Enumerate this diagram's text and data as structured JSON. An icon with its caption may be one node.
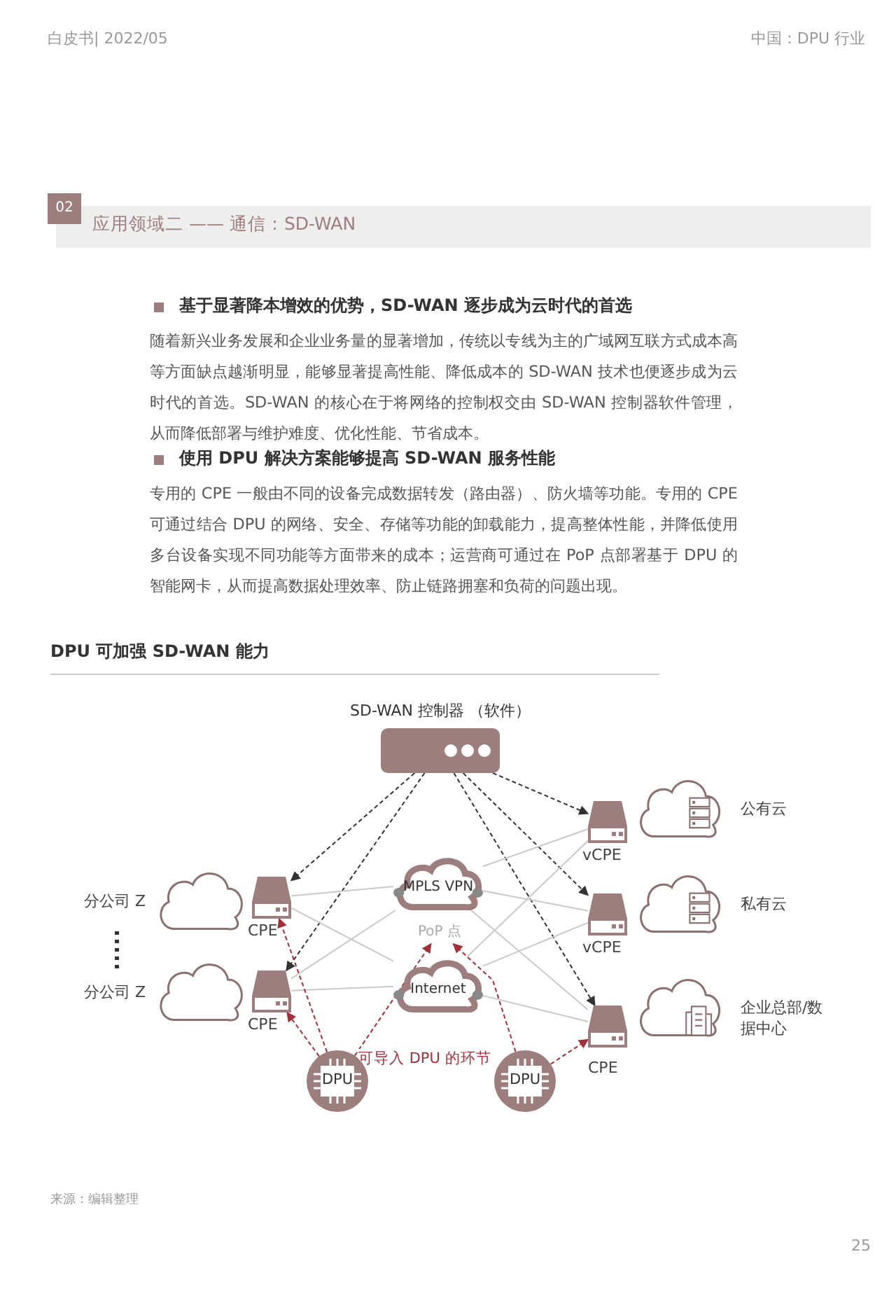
{
  "diagram": {
    "title": "DPU 可加强 SD-WAN 能力",
    "caption": "来源：编辑整理",
    "nodes": [
      {
        "text": [
          "SD-WAN 控制器 （软件）"
        ]
      },
      {
        "text": [],
        "shape": "cloud",
        "beside": [
          "分公司 Z"
        ]
      },
      {
        "text": [],
        "shape": "cloud",
        "beside": [
          "分公司 Z"
        ]
      },
      {
        "text": [],
        "shape": "box",
        "beside": [
          "CPE"
        ]
      },
      {
        "text": [],
        "shape": "box",
        "beside": [
          "CPE"
        ]
      },
      {
        "text": [
          "MPLS VPN"
        ]
      },
      {
        "text": [
          "PoP 点"
        ]
      },
      {
        "text": [
          "Internet"
        ]
      },
      {
        "text": [],
        "shape": "box",
        "beside": [
          "vCPE"
        ]
      },
      {
        "text": [],
        "shape": "box",
        "beside": [
          "vCPE"
        ]
      },
      {
        "text": [],
        "shape": "box",
        "beside": [
          "CPE"
        ]
      },
      {
        "text": [],
        "shape": "cloud",
        "beside": [
          "公有云"
        ]
      },
      {
        "text": [],
        "shape": "cloud",
        "beside": [
          "私有云"
        ]
      },
      {
        "text": [],
        "shape": "cloud",
        "beside": [
          "企业总部/数据中心"
        ]
      },
      {
        "text": [
          "DPU"
        ]
      },
      {
        "text": [
          "DPU"
        ]
      }
    ],
    "edges": [
      {
        "from": 0,
        "to": 3,
        "arrow": "to",
        "style": "dashed",
        "color": "#333333"
      },
      {
        "from": 0,
        "to": 4,
        "arrow": "to",
        "style": "dashed",
        "color": "#333333"
      },
      {
        "from": 0,
        "to": 8,
        "arrow": "to",
        "style": "dashed",
        "color": "#333333"
      },
      {
        "from": 0,
        "to": 9,
        "arrow": "to",
        "style": "dashed",
        "color": "#333333"
      },
      {
        "from": 0,
        "to": 10,
        "arrow": "to",
        "style": "dashed",
        "color": "#333333"
      },
      {
        "from": 3,
        "to": 5,
        "arrow": "none"
      },
      {
        "from": 3,
        "to": 7,
        "arrow": "none"
      },
      {
        "from": 4,
        "to": 5,
        "arrow": "none"
      },
      {
        "from": 4,
        "to": 7,
        "arrow": "none"
      },
      {
        "from": 5,
        "to": 8,
        "arrow": "none"
      },
      {
        "from": 5,
        "to": 9,
        "arrow": "none"
      },
      {
        "from": 5,
        "to": 10,
        "arrow": "none"
      },
      {
        "from": 7,
        "to": 8,
        "arrow": "none"
      },
      {
        "from": 7,
        "to": 9,
        "arrow": "none"
      },
      {
        "from": 7,
        "to": 10,
        "arrow": "none"
      },
      {
        "from": 14,
        "to": 3,
        "arrow": "to",
        "style": "dashed",
        "color": "#a0303a"
      },
      {
        "from": 14,
        "to": 4,
        "arrow": "to",
        "style": "dashed",
        "color": "#a0303a"
      },
      {
        "from": 14,
        "to": 6,
        "arrow": "to",
        "style": "dashed",
        "color": "#a0303a"
      },
      {
        "from": 15,
        "to": 6,
        "arrow": "to",
        "style": "dashed",
        "color": "#a0303a"
      },
      {
        "from": 15,
        "to": 10,
        "arrow": "to",
        "style": "dashed",
        "color": "#a0303a"
      }
    ],
    "labels": [
      "白皮书| 2022/05",
      "中国：DPU 行业",
      "02",
      "应用领域二 —— 通信：SD-WAN",
      "基于显著降本增效的优势，SD-WAN 逐步成为云时代的首选",
      "随着新兴业务发展和企业业务量的显著增加，传统以专线为主的广域网互联方式成本高等方面缺点越渐明显，能够显著提高性能、降低成本的 SD-WAN 技术也便逐步成为云时代的首选。SD-WAN 的核心在于将网络的控制权交由 SD-WAN 控制器软件管理，从而降低部署与维护难度、优化性能、节省成本。",
      "使用 DPU 解决方案能够提高 SD-WAN 服务性能",
      "专用的 CPE 一般由不同的设备完成数据转发（路由器）、防火墙等功能。专用的 CPE 可通过结合 DPU 的网络、安全、存储等功能的卸载能力，提高整体性能，并降低使用多台设备实现不同功能等方面带来的成本；运营商可通过在 PoP 点部署基于 DPU 的智能网卡，从而提高数据处理效率、防止链路拥塞和负荷的问题出现。",
      "可导入 DPU 的环节",
      "25"
    ]
  }
}
